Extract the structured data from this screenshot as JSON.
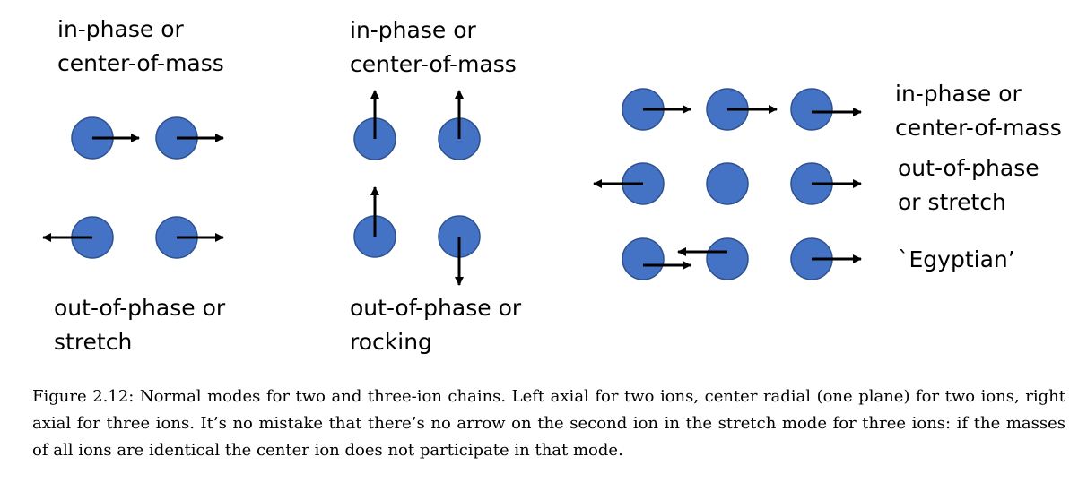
{
  "diagram": {
    "ion_color": "#4472C4",
    "ion_stroke": "#2F528F",
    "arrow_color": "#000000",
    "left_panel": {
      "top_label": [
        "in-phase or",
        "center-of-mass"
      ],
      "bottom_label": [
        "out-of-phase or",
        "stretch"
      ]
    },
    "center_panel": {
      "top_label": [
        "in-phase or",
        "center-of-mass"
      ],
      "bottom_label": [
        "out-of-phase or",
        "rocking"
      ]
    },
    "right_panel": {
      "row1_label": [
        "in-phase or",
        "center-of-mass"
      ],
      "row2_label": [
        "out-of-phase",
        "or stretch"
      ],
      "row3_label": [
        "`Egyptian’"
      ]
    }
  },
  "caption": {
    "figure_label": "Figure 2.12:",
    "text": "Normal modes for two and three-ion chains. Left axial for two ions, center radial (one plane) for two ions, right axial for three ions. It’s no mistake that there’s no arrow on the second ion in the stretch mode for three ions: if the masses of all ions are identical the center ion does not participate in that mode."
  }
}
